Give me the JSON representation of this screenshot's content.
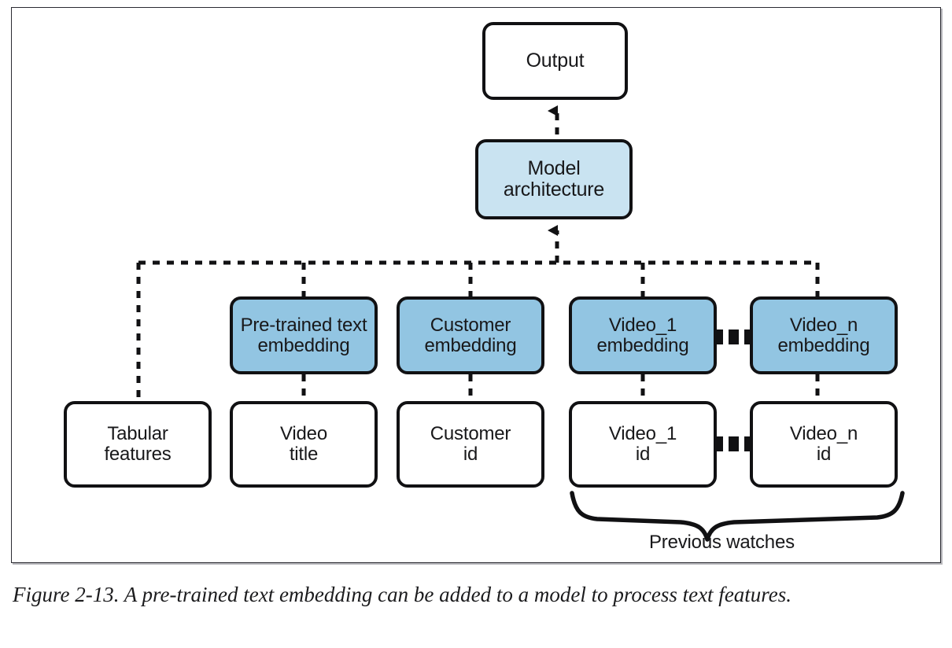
{
  "figure": {
    "caption_label": "Figure 2-13.",
    "caption_text": " A pre-trained text embedding can be added to a model to process text features.",
    "colors": {
      "embedding_fill": "#92c5e2",
      "model_fill": "#c9e3f1",
      "box_stroke": "#111113",
      "frame_stroke": "#2b2b32",
      "background": "#ffffff"
    }
  },
  "diagram": {
    "type": "flow-diagram",
    "output": {
      "label": "Output"
    },
    "model": {
      "line1": "Model",
      "line2": "architecture"
    },
    "embeddings": [
      {
        "id": "pretrained-text-embedding",
        "line1": "Pre-trained text",
        "line2": "embedding"
      },
      {
        "id": "customer-embedding",
        "line1": "Customer",
        "line2": "embedding"
      },
      {
        "id": "video-1-embedding",
        "line1": "Video_1",
        "line2": "embedding"
      },
      {
        "id": "video-n-embedding",
        "line1": "Video_n",
        "line2": "embedding"
      }
    ],
    "inputs": [
      {
        "id": "tabular-features",
        "line1": "Tabular",
        "line2": "features"
      },
      {
        "id": "video-title",
        "line1": "Video",
        "line2": "title"
      },
      {
        "id": "customer-id",
        "line1": "Customer",
        "line2": "id"
      },
      {
        "id": "video-1-id",
        "line1": "Video_1",
        "line2": "id"
      },
      {
        "id": "video-n-id",
        "line1": "Video_n",
        "line2": "id"
      }
    ],
    "brace": {
      "label": "Previous watches"
    },
    "ellipsis_dots": 3
  }
}
